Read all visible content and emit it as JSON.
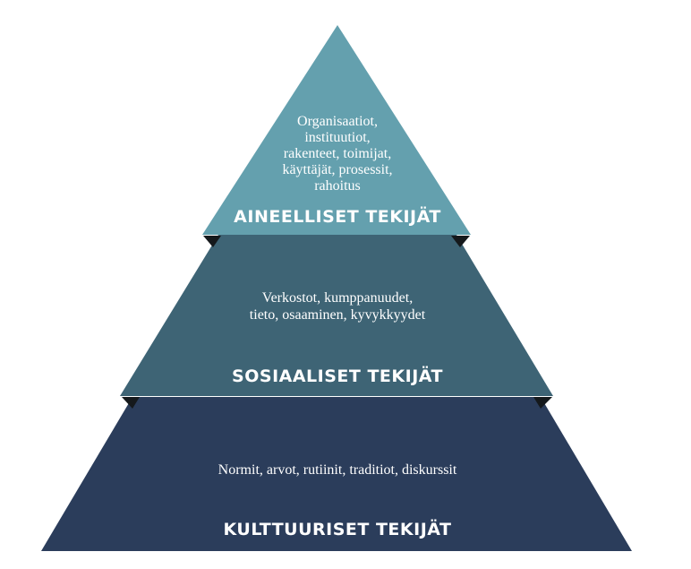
{
  "colors": {
    "top": "#64a0ae",
    "middle": "#3e6475",
    "bottom": "#2b3d5b",
    "fold": "#15191c"
  },
  "levels": [
    {
      "title": "AINEELLISET TEKIJÄT",
      "lines": [
        "Organisaatiot,",
        "instituutiot,",
        "rakenteet, toimijat,",
        "käyttäjät, prosessit,",
        "rahoitus"
      ]
    },
    {
      "title": "SOSIAALISET TEKIJÄT",
      "lines": [
        "Verkostot, kumppanuudet,",
        "tieto, osaaminen, kyvykkyydet"
      ]
    },
    {
      "title": "KULTTUURISET TEKIJÄT",
      "lines": [
        "Normit, arvot, rutiinit, traditiot, diskurssit"
      ]
    }
  ]
}
